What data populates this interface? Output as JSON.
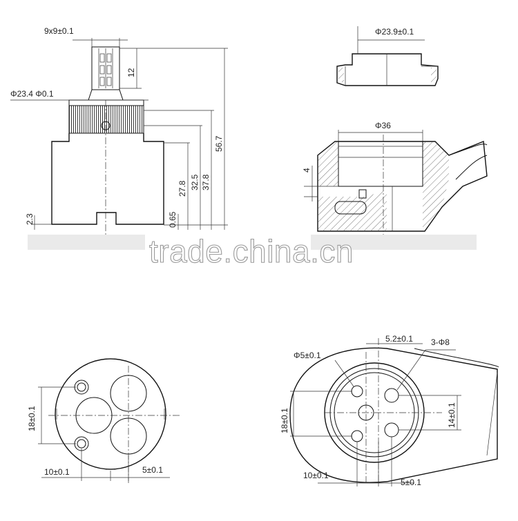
{
  "watermark": "trade.china.cn",
  "cartridge_side": {
    "stem_size": "9x9±0.1",
    "stem_height": "12",
    "body_dia": "Φ23.4 Φ0.1",
    "dim_total": "56.7",
    "dim_37_8": "37.8",
    "dim_32_5": "32.5",
    "dim_27_8": "27.8",
    "dim_0_65": "0.65",
    "dim_2_3": "2.3"
  },
  "seat_ring": {
    "dia": "Φ23.9±0.1"
  },
  "housing_section": {
    "dia": "Φ36",
    "depth": "4"
  },
  "cartridge_bottom": {
    "spacing_vertical": "18±0.1",
    "offset_left": "10±0.1",
    "offset_right": "5±0.1"
  },
  "housing_bottom": {
    "hole_small": "Φ5±0.1",
    "offset_top": "5.2±0.1",
    "holes_big": "3-Φ8",
    "spacing_vertical": "18±0.1",
    "spacing_right": "14±0.1",
    "offset_left": "10±0.1",
    "offset_right": "5±0.1"
  }
}
